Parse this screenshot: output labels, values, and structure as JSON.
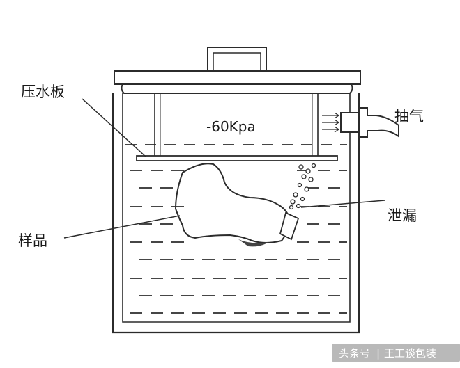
{
  "labels": {
    "pressure_plate": "压水板",
    "vacuum_reading": "-60Kpa",
    "extraction": "抽气",
    "leak": "泄漏",
    "sample": "样品"
  },
  "watermark": {
    "source": "头条号",
    "separator": "|",
    "author": "王工谈包装"
  },
  "colors": {
    "line": "#2b2b2b",
    "background": "#ffffff",
    "watermark_bg": "#b9b9b9"
  }
}
